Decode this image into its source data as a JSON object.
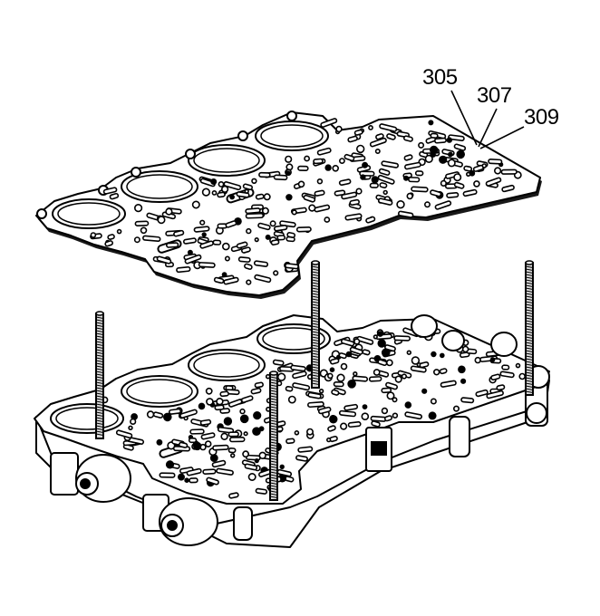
{
  "callouts": [
    {
      "id": "305",
      "label": "305"
    },
    {
      "id": "307",
      "label": "307"
    },
    {
      "id": "309",
      "label": "309"
    }
  ],
  "colors": {
    "line": "#000000",
    "fill": "#ffffff",
    "shade": "#d9d9d9"
  },
  "parts": {
    "upper": "separator-plate-with-gaskets",
    "lower": "valve-body",
    "fasteners": "guide-pins",
    "actuators": "solenoids"
  }
}
